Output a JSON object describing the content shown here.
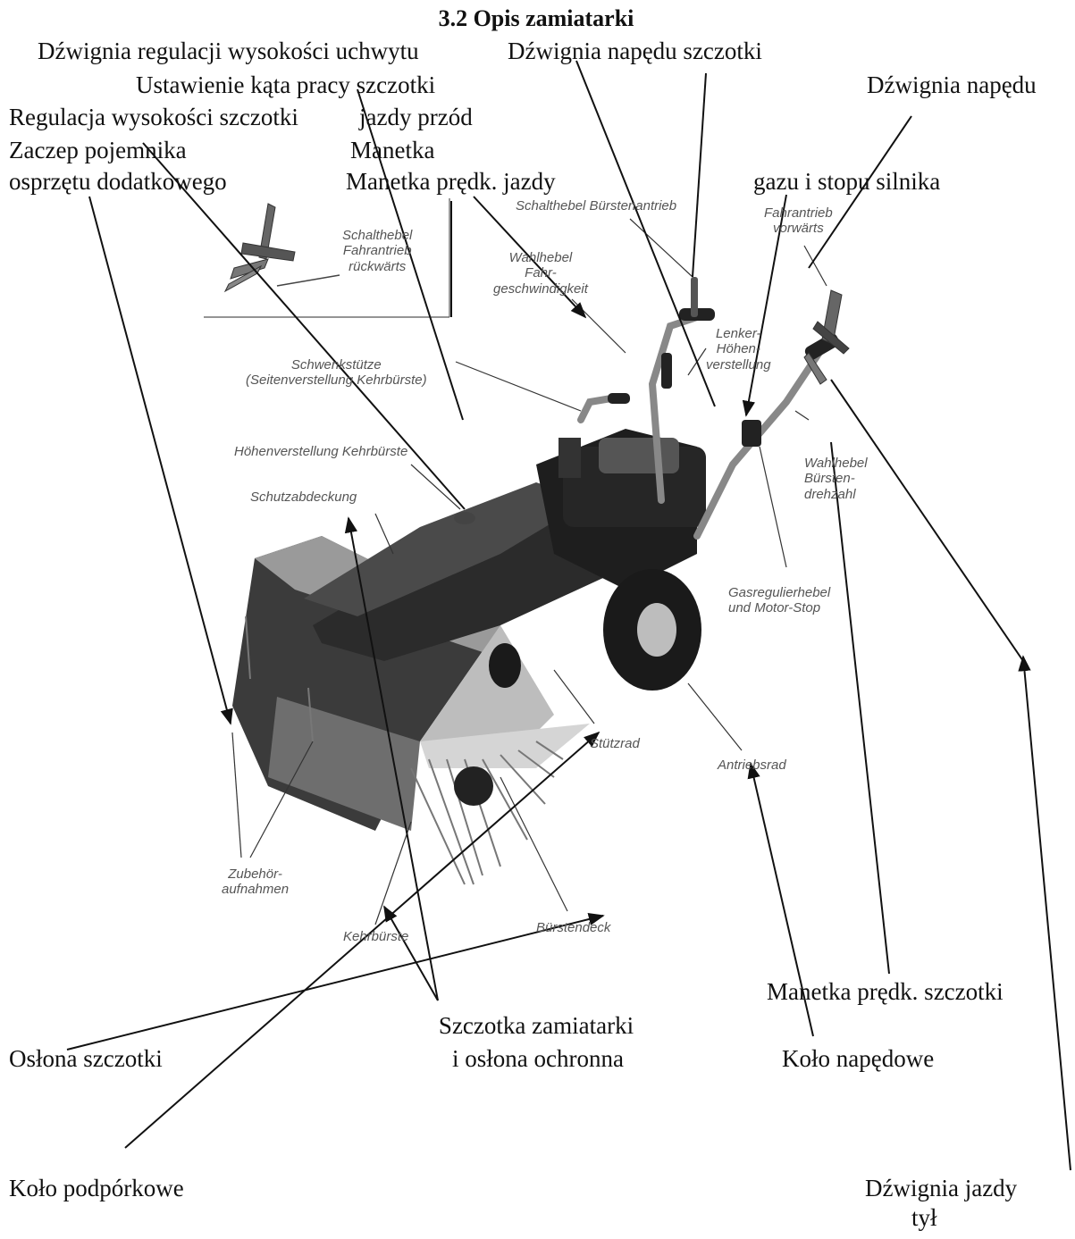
{
  "title": "3.2 Opis zamiatarki",
  "labels_pl": {
    "handle_height_lever": "Dźwignia regulacji wysokości uchwytu",
    "brush_drive_lever": "Dźwignia napędu szczotki",
    "brush_angle": "Ustawienie kąta pracy szczotki",
    "drive_lever_top": "Dźwignia napędu",
    "brush_height": "Regulacja wysokości szczotki",
    "forward_drive": "jazdy przód",
    "attachment_hitch_1": "Zaczep pojemnika",
    "manetka": "Manetka",
    "attachment_hitch_2": "osprzętu dodatkowego",
    "speed_lever": "Manetka prędk. jazdy",
    "throttle_stop": "gazu i stopu silnika",
    "brush_speed_lever": "Manetka prędk. szczotki",
    "sweeper_brush_1": "Szczotka zamiatarki",
    "sweeper_brush_2": "i osłona ochronna",
    "brush_cover": "Osłona szczotki",
    "drive_wheel": "Koło napędowe",
    "support_wheel": "Koło podpórkowe",
    "reverse_lever_1": "Dźwignia jazdy",
    "reverse_lever_2": "tył"
  },
  "labels_de": {
    "schalthebel_fahrantrieb_rueck": "Schalthebel\nFahrantrieb\nrückwärts",
    "schalthebel_buerstenantrieb": "Schalthebel Bürstenantrieb",
    "fahrantrieb_vorwaerts": "Fahrantrieb\nvorwärts",
    "waehlhebel_fahr": "Wahlhebel\nFahr-\ngeschwindigkeit",
    "lenker_hoehen": "Lenker-\nHöhen-\nverstellung",
    "schwenkstuetze": "Schwenkstütze\n(Seitenverstellung Kehrbürste)",
    "hoehenverstellung": "Höhenverstellung Kehrbürste",
    "waehlhebel_buersten": "Wahlhebel\nBürsten-\ndrehzahl",
    "schutzabdeckung": "Schutzabdeckung",
    "gasregulierhebel": "Gasregulierhebel\nund Motor-Stop",
    "stuetzrad": "Stützrad",
    "antriebsrad": "Antriebsrad",
    "zubehoer": "Zubehör-\naufnahmen",
    "kehrbuerste": "Kehrbürste",
    "buerstendeck": "Bürstendeck"
  }
}
